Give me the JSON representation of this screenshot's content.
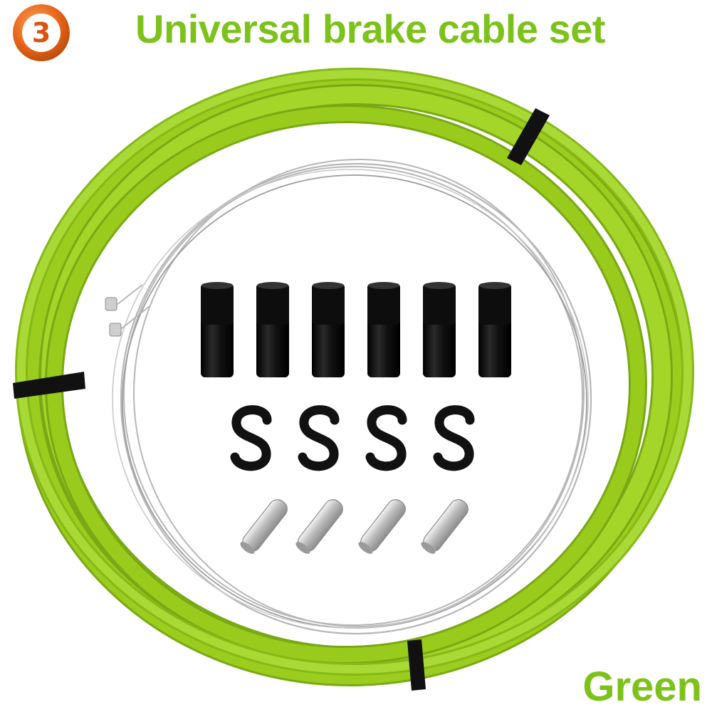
{
  "badge": {
    "number": "3",
    "ring_color": "#e8651a",
    "inner_color": "#ffffff"
  },
  "title": "Universal brake cable set",
  "color_label": "Green",
  "colors": {
    "text": "#7cc21a",
    "housing": "#9acd1e",
    "housing_shadow": "#7aa814",
    "inner_cable": "#b7b7b7",
    "ferrule": "#111111",
    "crimp": "#d6d6d6"
  },
  "icons": {
    "cable_housing": "coiled-cable-housing",
    "inner_wire": "coiled-inner-wire",
    "ferrules": "ferrule-caps",
    "hooks": "s-hook-clips",
    "crimps": "cable-end-crimps"
  }
}
